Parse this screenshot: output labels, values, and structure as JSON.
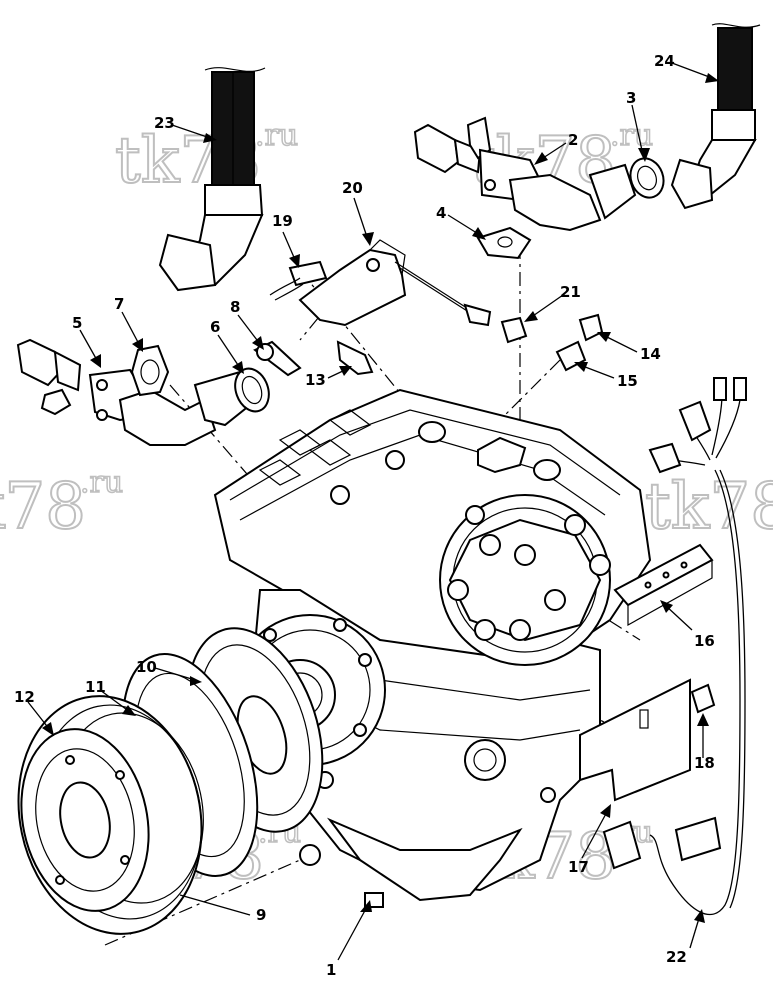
{
  "diagram": {
    "callouts": [
      "1",
      "2",
      "3",
      "4",
      "5",
      "6",
      "7",
      "8",
      "9",
      "10",
      "11",
      "12",
      "13",
      "14",
      "15",
      "16",
      "17",
      "18",
      "19",
      "20",
      "21",
      "22",
      "23",
      "24"
    ],
    "watermark": {
      "main": "tk78",
      "suffix": ".ru"
    }
  },
  "colors": {
    "line": "#000000",
    "background": "#ffffff",
    "watermark": "#bfbfbf"
  }
}
